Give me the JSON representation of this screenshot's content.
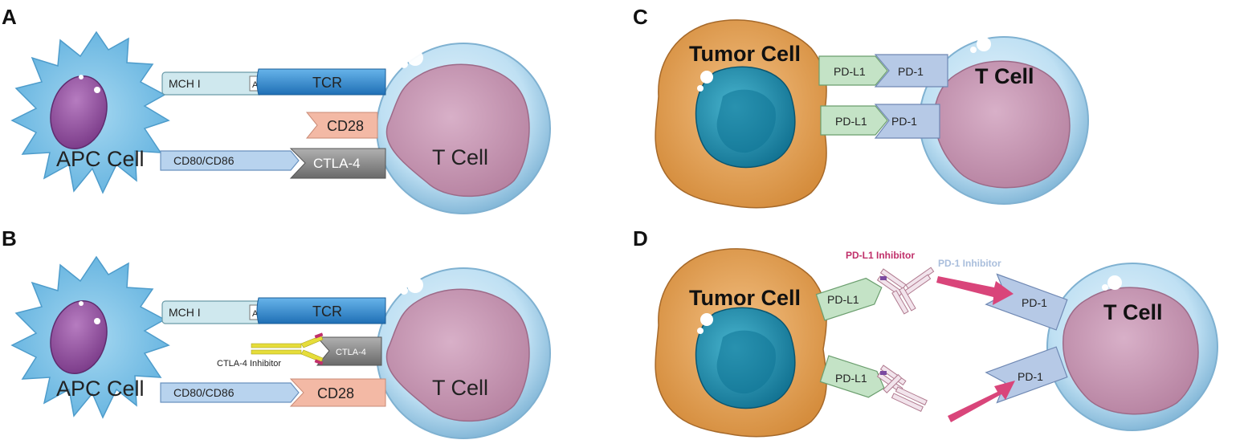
{
  "panels": {
    "A": {
      "letter": "A",
      "apc_label": "APC Cell",
      "tcell_label": "T Cell",
      "mch_label": "MCH I",
      "ag_label": "Ag",
      "tcr_label": "TCR",
      "cd28_label": "CD28",
      "cd80_label": "CD80/CD86",
      "ctla4_label": "CTLA-4"
    },
    "B": {
      "letter": "B",
      "apc_label": "APC Cell",
      "tcell_label": "T Cell",
      "mch_label": "MCH I",
      "ag_label": "Ag",
      "tcr_label": "TCR",
      "ctla4_label": "CTLA-4",
      "inhibitor_label": "CTLA-4 Inhibitor",
      "cd80_label": "CD80/CD86",
      "cd28_label": "CD28"
    },
    "C": {
      "letter": "C",
      "tumor_label": "Tumor Cell",
      "tcell_label": "T Cell",
      "pdl1_top": "PD-L1",
      "pd1_top": "PD-1",
      "pdl1_bottom": "PD-L1",
      "pd1_bottom": "PD-1"
    },
    "D": {
      "letter": "D",
      "tumor_label": "Tumor Cell",
      "tcell_label": "T Cell",
      "pdl1_inhibitor_label": "PD-L1 Inhibitor",
      "pd1_inhibitor_label": "PD-1 Inhibitor",
      "pdl1_top": "PD-L1",
      "pdl1_bottom": "PD-L1",
      "pd1_top": "PD-1",
      "pd1_bottom": "PD-1"
    }
  },
  "colors": {
    "apc_fill": "#8fcbea",
    "apc_nucleus": "#9b5aa5",
    "tcell_membrane": "#b9dcf0",
    "tcell_nucleus": "#c99ab4",
    "tumor_fill": "#e7a85a",
    "tumor_nucleus": "#1f8fae",
    "tcr_blue": "#3a8fd0",
    "mch_light": "#cfe8ee",
    "cd28_salmon": "#f3b9a5",
    "ctla4_gray": "#8c8c8c",
    "pdl1_green": "#c4e3c6",
    "pd1_blue": "#b6c9e6",
    "arrow_pink": "#d9457a",
    "inhibitor_yellow": "#e6dd3a"
  }
}
